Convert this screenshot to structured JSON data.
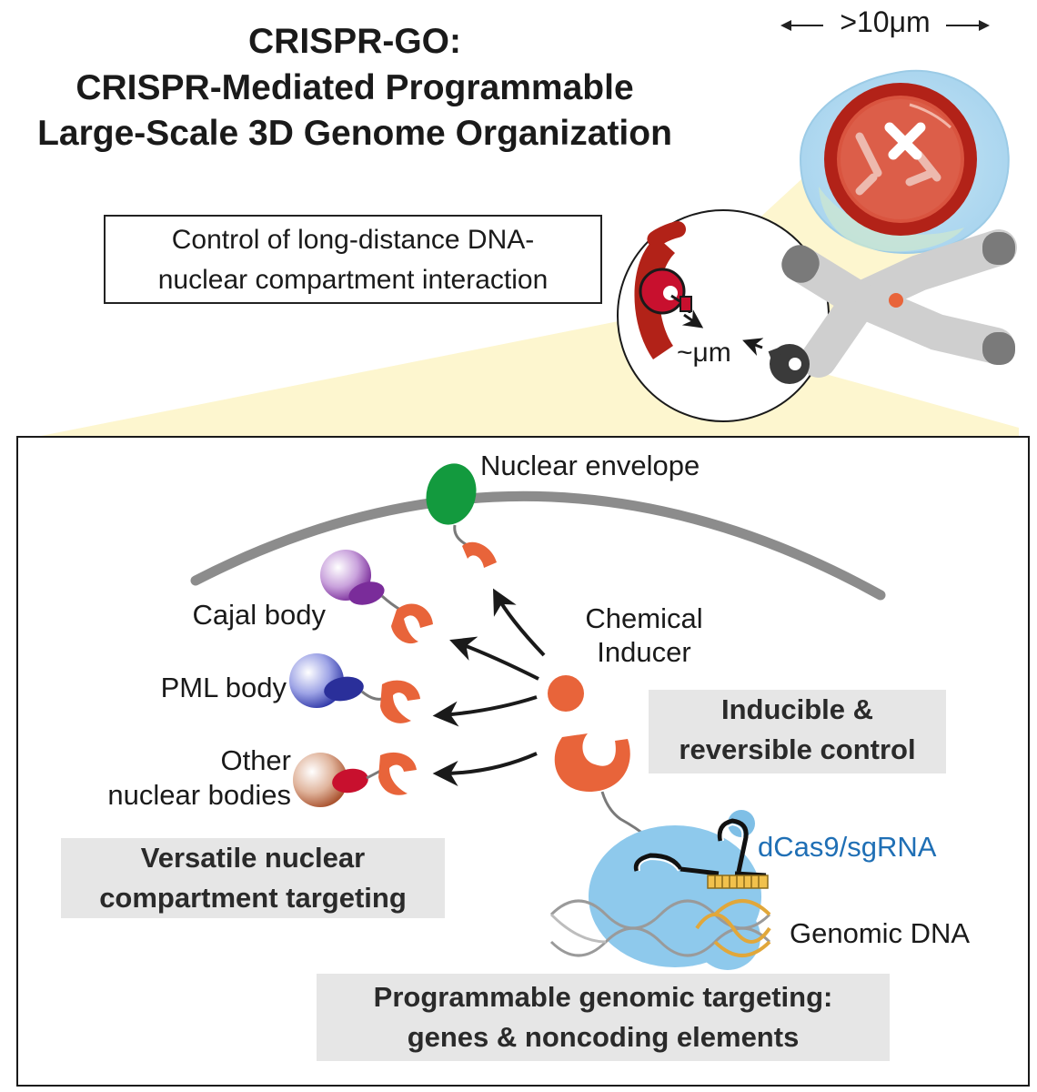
{
  "title": {
    "line1": "CRISPR-GO:",
    "line2": "CRISPR-Mediated Programmable",
    "line3": "Large-Scale 3D Genome Organization"
  },
  "scale_label": ">10μm",
  "callout": {
    "line1": "Control of long-distance DNA-",
    "line2": "nuclear compartment interaction"
  },
  "distance_label": "~μm",
  "labels": {
    "nuclear_envelope": "Nuclear envelope",
    "cajal_body": "Cajal body",
    "pml_body": "PML body",
    "other_bodies_line1": "Other",
    "other_bodies_line2": "nuclear bodies",
    "chemical_inducer_line1": "Chemical",
    "chemical_inducer_line2": "Inducer",
    "dcas9": "dCas9/sgRNA",
    "genomic_dna": "Genomic DNA"
  },
  "boxes": {
    "inducible_line1": "Inducible &",
    "inducible_line2": "reversible control",
    "versatile_line1": "Versatile nuclear",
    "versatile_line2": "compartment targeting",
    "programmable_line1": "Programmable genomic targeting:",
    "programmable_line2": "genes & noncoding elements"
  },
  "colors": {
    "nuclear_lamina_red": "#b22218",
    "orange_binder": "#e8643a",
    "envelope_green": "#139a3e",
    "cajal_purple": "#7a2c9a",
    "pml_blue": "#2a2f9a",
    "other_red": "#c8102e",
    "dcas9_blue": "#8ec9ec",
    "dna_gold": "#e1a73a",
    "label_blue": "#1f6fb5",
    "box_gray": "#e6e6e6"
  }
}
